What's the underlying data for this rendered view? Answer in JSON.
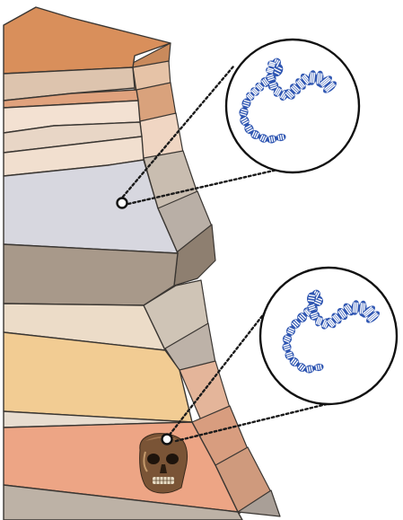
{
  "colors": {
    "stroke": "#3a3632",
    "background": "#ffffff",
    "dna_primary": "#2f56b2",
    "dna_light": "#ffffff"
  },
  "strata": [
    {
      "name": "layer-1",
      "color": "#d98f5b"
    },
    {
      "name": "layer-2",
      "color": "#ddc4ae"
    },
    {
      "name": "layer-3",
      "color": "#e0a27d"
    },
    {
      "name": "layer-4",
      "color": "#f3e1d2"
    },
    {
      "name": "layer-5",
      "color": "#e8d6c6"
    },
    {
      "name": "layer-6",
      "color": "#f1dfcf"
    },
    {
      "name": "layer-7",
      "color": "#d7d7df"
    },
    {
      "name": "layer-8",
      "color": "#a8998a"
    },
    {
      "name": "layer-9",
      "color": "#ecdcc8"
    },
    {
      "name": "layer-10",
      "color": "#f2cc93"
    },
    {
      "name": "layer-11",
      "color": "#e8ddd0"
    },
    {
      "name": "layer-12",
      "color": "#a99f97"
    },
    {
      "name": "layer-13",
      "color": "#eda585"
    },
    {
      "name": "layer-14",
      "color": "#bdb2a6"
    }
  ],
  "samples": [
    {
      "name": "upper-sample",
      "content": "dna-helix",
      "source": "sediment"
    },
    {
      "name": "lower-sample",
      "content": "dna-helix",
      "source": "skull"
    }
  ],
  "icons": [
    "dna-helix-icon",
    "skull-icon",
    "sample-point-icon"
  ]
}
